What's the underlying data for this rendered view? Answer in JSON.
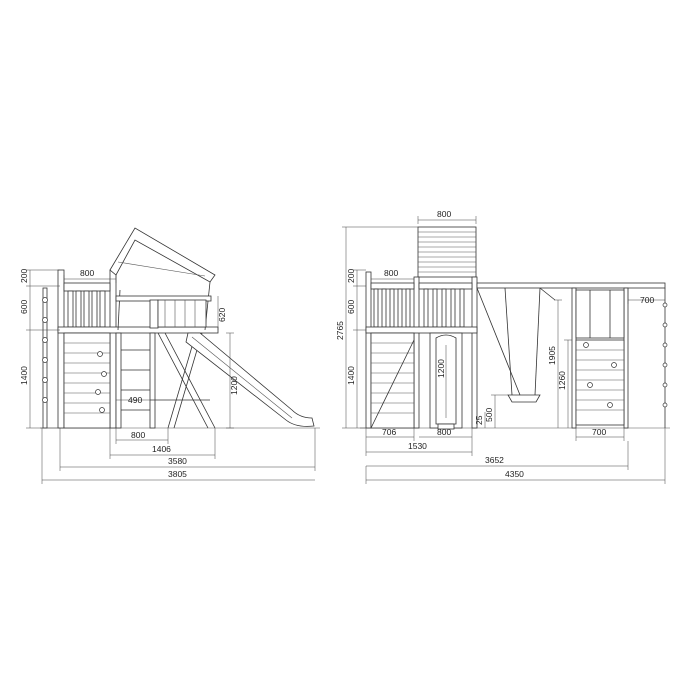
{
  "colors": {
    "line": "#333333",
    "background": "#ffffff"
  },
  "left_view": {
    "dimensions": {
      "top_width": "800",
      "post_top": "200",
      "rail_height": "600",
      "platform_height": "1400",
      "roof_rail": "620",
      "under_height": "1200",
      "ladder_width": "490",
      "frame_width": "800",
      "base_depth": "1406",
      "total_width": "3580",
      "overall_width": "3805"
    }
  },
  "right_view": {
    "dimensions": {
      "roof_width": "800",
      "top_width": "800",
      "post_top": "200",
      "rail_height": "600",
      "total_height": "2765",
      "platform_height": "1400",
      "slide_height": "1200",
      "swing_height": "1905",
      "wall_height": "1260",
      "seat_height": "500",
      "seat_clearance": "25",
      "beam_overhang": "700",
      "left_depth": "706",
      "slide_width": "800",
      "wall_width": "700",
      "base_width": "1530",
      "beam_length": "3652",
      "overall_width": "4350"
    }
  }
}
